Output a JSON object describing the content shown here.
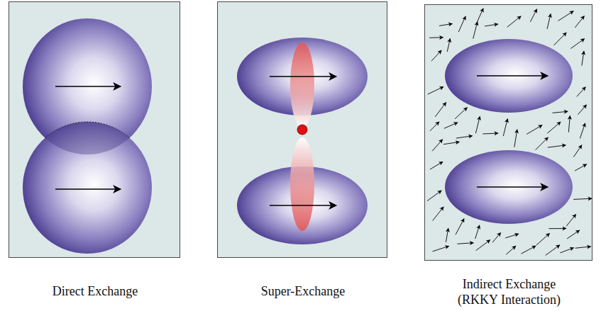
{
  "diagram": {
    "nodes": [
      {
        "text": [
          "Direct Exchange"
        ]
      },
      {
        "text": [
          "Super-Exchange"
        ]
      },
      {
        "text": [
          "Indirect Exchange (RKKY Interaction)"
        ]
      }
    ]
  }
}
